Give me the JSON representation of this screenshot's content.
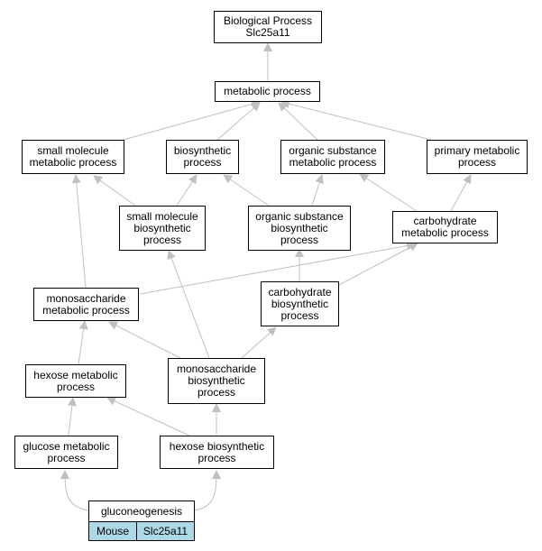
{
  "diagram": {
    "root": {
      "line1": "Biological Process",
      "line2": "Slc25a11"
    },
    "metabolic": {
      "line1": "metabolic process"
    },
    "small_molecule_metabolic": {
      "line1": "small molecule",
      "line2": "metabolic process"
    },
    "biosynthetic": {
      "line1": "biosynthetic",
      "line2": "process"
    },
    "organic_substance_metabolic": {
      "line1": "organic substance",
      "line2": "metabolic process"
    },
    "primary_metabolic": {
      "line1": "primary metabolic",
      "line2": "process"
    },
    "small_molecule_biosynthetic": {
      "line1": "small molecule",
      "line2": "biosynthetic",
      "line3": "process"
    },
    "organic_substance_biosynthetic": {
      "line1": "organic substance",
      "line2": "biosynthetic",
      "line3": "process"
    },
    "carbohydrate_metabolic": {
      "line1": "carbohydrate",
      "line2": "metabolic process"
    },
    "monosaccharide_metabolic": {
      "line1": "monosaccharide",
      "line2": "metabolic process"
    },
    "carbohydrate_biosynthetic": {
      "line1": "carbohydrate",
      "line2": "biosynthetic",
      "line3": "process"
    },
    "hexose_metabolic": {
      "line1": "hexose metabolic",
      "line2": "process"
    },
    "monosaccharide_biosynthetic": {
      "line1": "monosaccharide",
      "line2": "biosynthetic",
      "line3": "process"
    },
    "glucose_metabolic": {
      "line1": "glucose metabolic",
      "line2": "process"
    },
    "hexose_biosynthetic": {
      "line1": "hexose biosynthetic",
      "line2": "process"
    },
    "gluconeogenesis": {
      "line1": "gluconeogenesis"
    },
    "species_tag": "Mouse",
    "gene_tag": "Slc25a11",
    "colors": {
      "edge": "#c0c0c0",
      "arrowhead": "#c0c0c0",
      "node_border": "#000000",
      "tag_fill": "#add8e6"
    }
  }
}
